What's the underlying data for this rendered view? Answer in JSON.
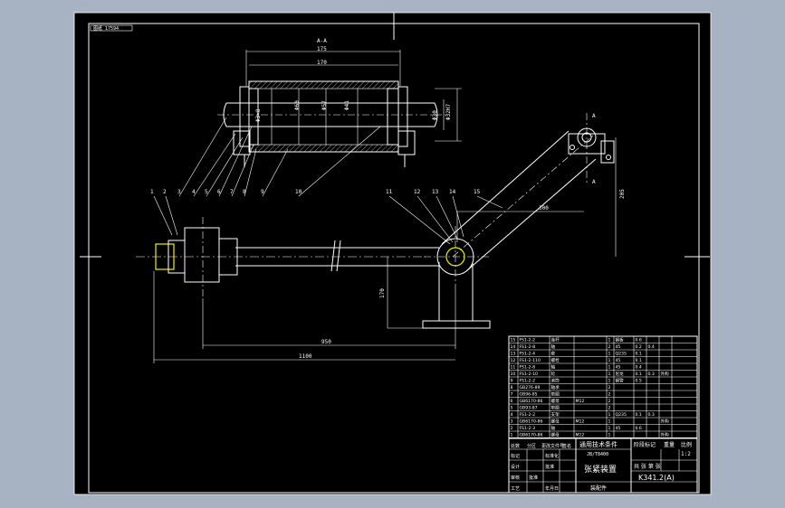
{
  "stamp": "图纸 17594",
  "section": {
    "label": "A-A",
    "dim_outer": "175",
    "dim_inner": "170",
    "diameters": [
      "Φ60",
      "Φ57",
      "Φ41",
      "Φ30",
      "Φ32H7"
    ],
    "left_dim": "Φ3×8"
  },
  "balloons": [
    "1",
    "2",
    "3",
    "4",
    "5",
    "6",
    "7",
    "8",
    "9",
    "10",
    "11",
    "12",
    "13",
    "14",
    "15"
  ],
  "dims": {
    "d300": "300",
    "d205": "205",
    "d170": "170",
    "d950": "950",
    "d1100": "1100",
    "view_a": "A"
  },
  "bom_rows": [
    [
      "15",
      "FS1-2-2",
      "连杆",
      "",
      "1",
      "钢板",
      "0.6",
      "",
      "",
      ""
    ],
    [
      "14",
      "FS1-2-8",
      "轴",
      "",
      "2",
      "45",
      "0.2",
      "0.4",
      ""
    ],
    [
      "13",
      "FS1-2-4",
      "套",
      "",
      "1",
      "Q235",
      "0.1",
      "",
      ""
    ],
    [
      "12",
      "FS1-2-110",
      "螺栓",
      "",
      "1",
      "45",
      "0.1",
      "",
      ""
    ],
    [
      "11",
      "FS1-2-8",
      "轴",
      "",
      "1",
      "45",
      "0.4",
      "",
      ""
    ],
    [
      "10",
      "FS1-2-10",
      "轮",
      "",
      "1",
      "尼龙",
      "0.1",
      "0.3",
      "外购"
    ],
    [
      "9",
      "FS1-2-2",
      "滚筒",
      "",
      "1",
      "钢管",
      "0.5",
      "",
      ""
    ],
    [
      "8",
      "GB276-89",
      "轴承",
      "",
      "2",
      "",
      "",
      "",
      ""
    ],
    [
      "7",
      "GB96-85",
      "垫圈",
      "",
      "2",
      "",
      "",
      "",
      ""
    ],
    [
      "6",
      "GB6170-86",
      "螺母",
      "M12",
      "2",
      "",
      "",
      "",
      ""
    ],
    [
      "5",
      "GB93-87",
      "垫圈",
      "",
      "2",
      "",
      "",
      "",
      ""
    ],
    [
      "4",
      "FS1-2-2",
      "支架",
      "",
      "1",
      "Q235",
      "0.1",
      "0.3",
      ""
    ],
    [
      "3",
      "GB6170-86",
      "螺母",
      "M12",
      "1",
      "",
      "",
      "",
      "外购"
    ],
    [
      "2",
      "FS1-2-3",
      "轴",
      "",
      "1",
      "45",
      "0.6",
      "",
      ""
    ],
    [
      "1",
      "GB6170-86",
      "螺母",
      "M12",
      "1",
      "",
      "",
      "",
      "外购"
    ]
  ],
  "title_block": {
    "project": "通用技术条件",
    "std": "JB/T8400",
    "name": "张紧装置",
    "stage": "阶段标记",
    "weight": "重量",
    "scale": "比例",
    "scale_val": "1:2",
    "sheets": "共 张 第 张",
    "part_no": "K341.2(A)",
    "assembly": "装配件",
    "rows": [
      "标记",
      "设计",
      "审核",
      "工艺",
      "批准"
    ],
    "cols": [
      "处数",
      "分区",
      "更改文件号",
      "签名",
      "年月日"
    ],
    "labels2": [
      "标准化",
      "批准"
    ]
  },
  "colors": {
    "background": "#a7b3c3",
    "sheet": "#000000",
    "line": "#ffffff",
    "accent": "#f2f000"
  }
}
